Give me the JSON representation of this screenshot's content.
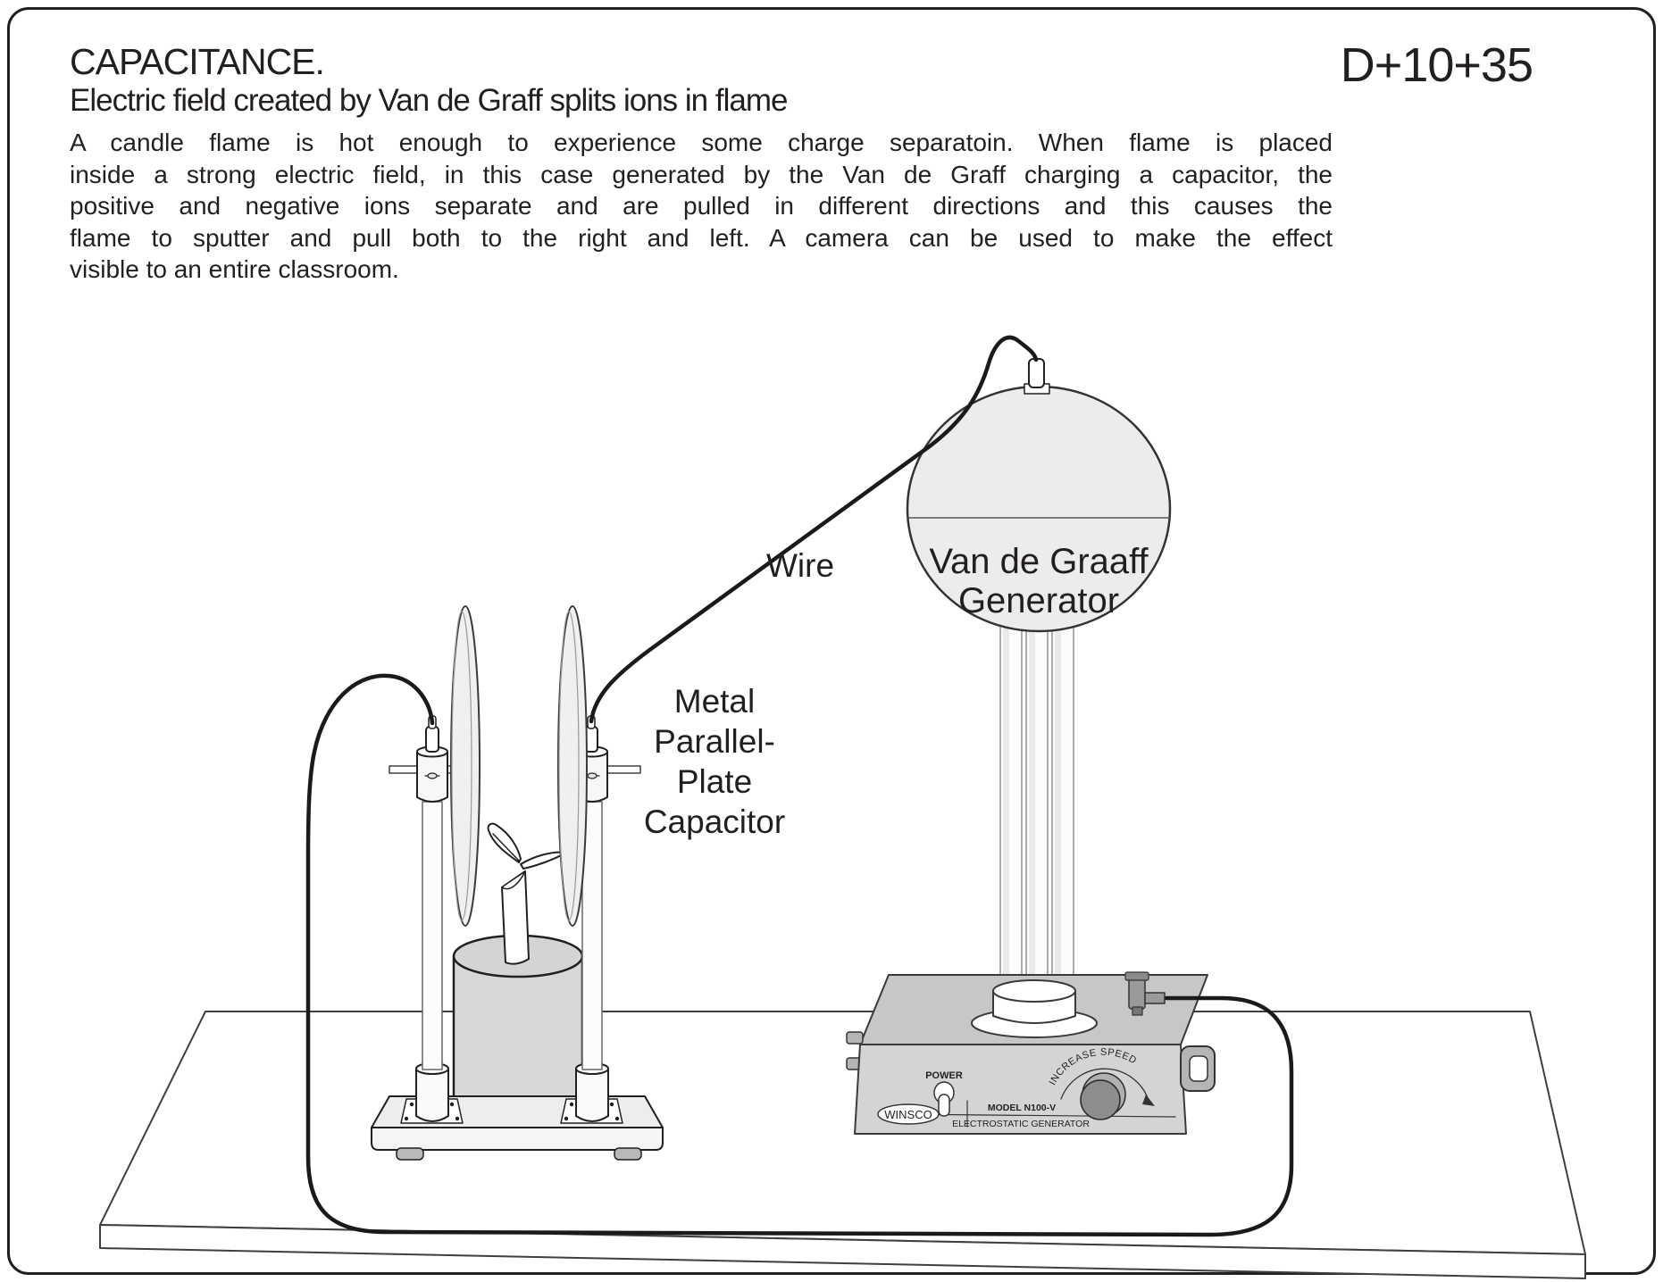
{
  "header": {
    "title": "CAPACITANCE.",
    "code": "D+10+35",
    "subtitle": "Electric field created by Van de Graff splits ions in flame",
    "body_lines": [
      "A candle flame is hot enough to experience some charge separatoin.  When flame is placed",
      "inside a strong electric field, in this case generated by the Van de Graff charging a capacitor, the",
      "positive and negative ions separate and are pulled in different directions and this causes the",
      "flame to sputter and pull both to the right and left.  A camera can be used to make the effect",
      "visible to an entire classroom."
    ]
  },
  "labels": {
    "wire": "Wire",
    "capacitor": [
      "Metal",
      "Parallel-",
      "Plate",
      "Capacitor"
    ],
    "generator": [
      "Van de Graaff",
      "Generator"
    ]
  },
  "device_panel": {
    "power": "POWER",
    "brand": "WINSCO",
    "model": "MODEL N100-V",
    "device_type": "ELECTROSTATIC GENERATOR",
    "knob_label": "INCREASE SPEED"
  },
  "colors": {
    "line": "#231f20",
    "sphere_fill": "#ececec",
    "base_top_fill": "#c7c7c7",
    "panel_fill": "#d4d4d4",
    "pedestal_fill": "#d8d8d8",
    "knob_fill": "#8d8d8d",
    "handle_fill": "#b5b5b5"
  }
}
